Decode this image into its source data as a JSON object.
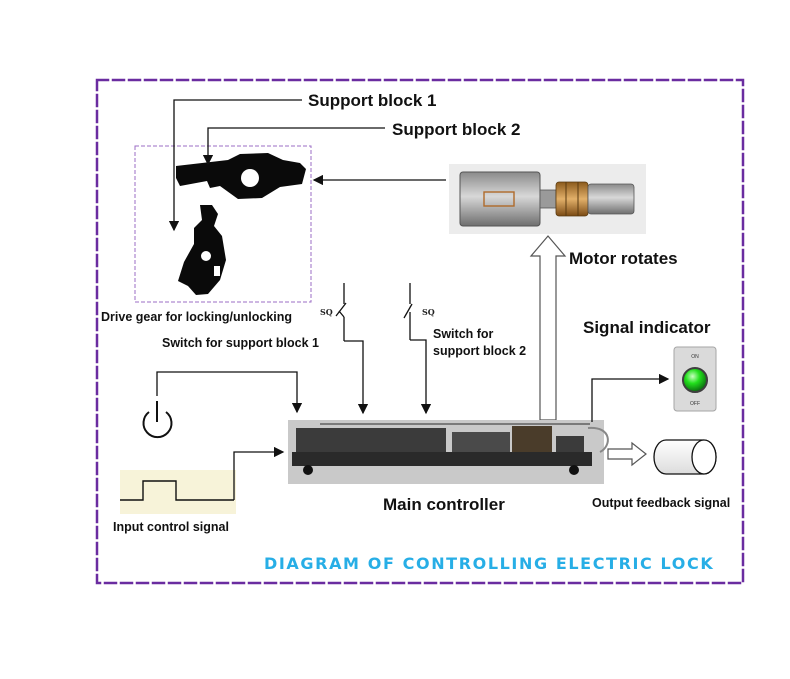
{
  "labels": {
    "support_block_1": "Support block 1",
    "support_block_2": "Support block 2",
    "motor_rotates": "Motor rotates",
    "drive_gear": "Drive gear for locking/unlocking",
    "sq_1": "SQ",
    "sq_2": "SQ",
    "switch_block_1": "Switch for support block 1",
    "switch_block_2_line1": "Switch for",
    "switch_block_2_line2": "support block 2",
    "signal_indicator": "Signal indicator",
    "indicator_on": "ON",
    "indicator_off": "OFF",
    "main_controller": "Main controller",
    "input_control_signal": "Input control signal",
    "output_feedback_signal": "Output feedback signal",
    "title": "DIAGRAM OF CONTROLLING ELECTRIC LOCK"
  },
  "colors": {
    "frame": "#6a2ca0",
    "title": "#27aee6",
    "led_green": "#22e01c",
    "pcb_bg": "#c9c9c9",
    "wave_bg": "#f7f3d9"
  }
}
